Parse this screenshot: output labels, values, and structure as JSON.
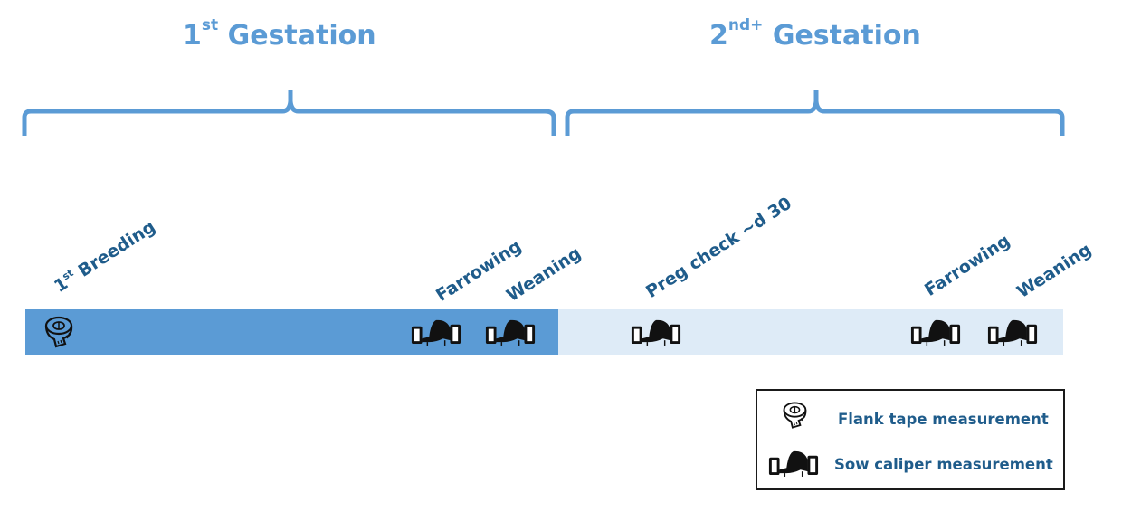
{
  "diagram": {
    "phases": [
      {
        "title_main": "1",
        "title_sup": "st",
        "title_rest": " Gestation",
        "bar_color": "#5b9bd5"
      },
      {
        "title_main": "2",
        "title_sup": "nd+",
        "title_rest": " Gestation",
        "bar_color": "#deebf7"
      }
    ],
    "events": [
      {
        "label_main": "1",
        "label_sup": "st",
        "label_rest": " Breeding",
        "measurement": "flank-tape"
      },
      {
        "label": "Farrowing",
        "measurement": "sow-caliper"
      },
      {
        "label": "Weaning",
        "measurement": "sow-caliper"
      },
      {
        "label": "Preg check ~d 30",
        "measurement": "sow-caliper"
      },
      {
        "label": "Farrowing",
        "measurement": "sow-caliper"
      },
      {
        "label": "Weaning",
        "measurement": "sow-caliper"
      }
    ],
    "legend": {
      "items": [
        {
          "icon": "flank-tape-icon",
          "label": "Flank tape measurement"
        },
        {
          "icon": "sow-caliper-icon",
          "label": "Sow caliper measurement"
        }
      ]
    },
    "colors": {
      "title": "#5b9bd5",
      "brace": "#5b9bd5",
      "label": "#1f5c8b"
    }
  }
}
